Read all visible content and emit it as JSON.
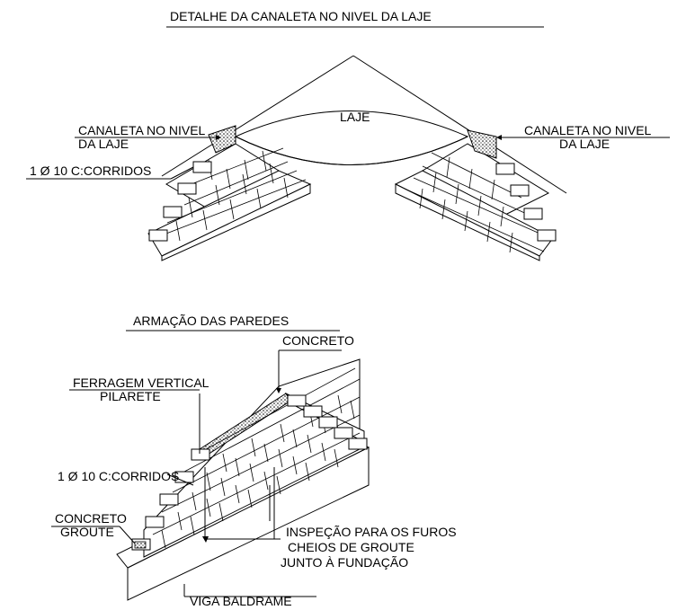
{
  "top_detail": {
    "title": "DETALHE DA CANALETA NO NIVEL DA LAJE",
    "slab_label": "LAJE",
    "left_channel_line1": "CANALETA NO NIVEL",
    "left_channel_line2": "DA LAJE",
    "right_channel_line1": "CANALETA NO NIVEL",
    "right_channel_line2": "DA LAJE",
    "rebar_label": "1 Ø 10 C:CORRIDOS"
  },
  "bottom_detail": {
    "title": "ARMAÇÃO DAS PAREDES",
    "concrete_label": "CONCRETO",
    "vertical_steel_line1": "FERRAGEM VERTICAL",
    "vertical_steel_line2": "PILARETE",
    "rebar_label": "1 Ø 10 C:CORRIDOS",
    "grout_line1": "CONCRETO",
    "grout_line2": "GROUTE",
    "inspection_line1": "INSPEÇÃO PARA OS FUROS",
    "inspection_line2": "CHEIOS DE GROUTE",
    "inspection_line3": "JUNTO À FUNDAÇÃO",
    "beam_label": "VIGA BALDRAME"
  }
}
